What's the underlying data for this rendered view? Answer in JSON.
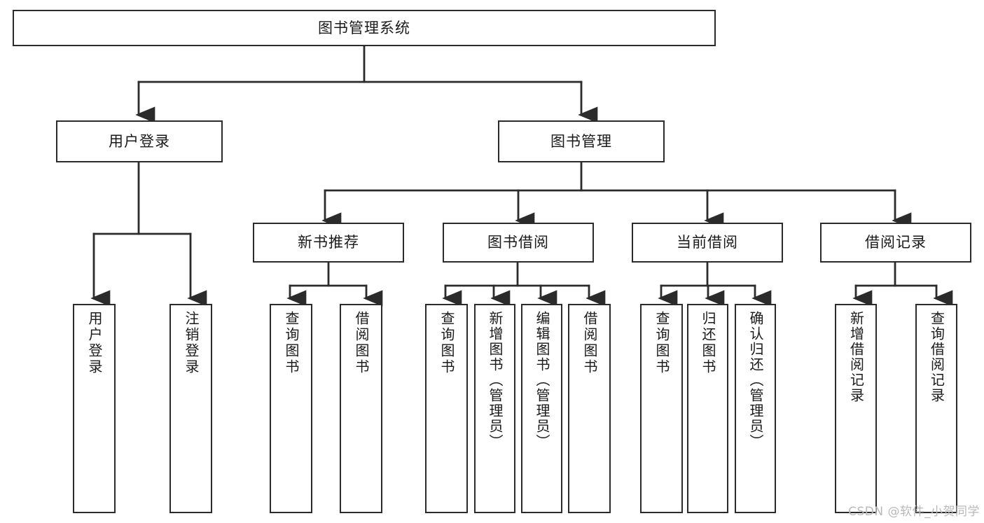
{
  "diagram": {
    "type": "tree-hierarchy",
    "title": "图书管理系统",
    "watermark": "CSDN @软件_小贺同学",
    "colors": {
      "box_border": "#2b2b2b",
      "box_fill": "#ffffff",
      "edge": "#2b2b2b",
      "text": "#1a1a1a",
      "watermark": "#b9b9b9",
      "background": "#ffffff"
    },
    "nodes": {
      "root": {
        "label": "图书管理系统"
      },
      "level2": [
        {
          "id": "user-login",
          "label": "用户登录"
        },
        {
          "id": "book-manage",
          "label": "图书管理"
        }
      ],
      "level3": [
        {
          "id": "new-book-recommend",
          "label": "新书推荐"
        },
        {
          "id": "book-borrow",
          "label": "图书借阅"
        },
        {
          "id": "current-borrow",
          "label": "当前借阅"
        },
        {
          "id": "borrow-record",
          "label": "借阅记录"
        }
      ],
      "leaves": {
        "user_login": [
          {
            "id": "leaf-user-login",
            "label": "用户登录"
          },
          {
            "id": "leaf-logout",
            "label": "注销登录"
          }
        ],
        "new_book_recommend": [
          {
            "id": "leaf-query-book-1",
            "label": "查询图书"
          },
          {
            "id": "leaf-borrow-book-1",
            "label": "借阅图书"
          }
        ],
        "book_borrow": [
          {
            "id": "leaf-query-book-2",
            "label": "查询图书"
          },
          {
            "id": "leaf-add-book",
            "label": "新增图书（管理员）"
          },
          {
            "id": "leaf-edit-book",
            "label": "编辑图书（管理员）"
          },
          {
            "id": "leaf-borrow-book-2",
            "label": "借阅图书"
          }
        ],
        "current_borrow": [
          {
            "id": "leaf-query-book-3",
            "label": "查询图书"
          },
          {
            "id": "leaf-return-book",
            "label": "归还图书"
          },
          {
            "id": "leaf-confirm-return",
            "label": "确认归还（管理员）"
          }
        ],
        "borrow_record": [
          {
            "id": "leaf-add-record",
            "label": "新增借阅记录"
          },
          {
            "id": "leaf-query-record",
            "label": "查询借阅记录"
          }
        ]
      }
    }
  }
}
